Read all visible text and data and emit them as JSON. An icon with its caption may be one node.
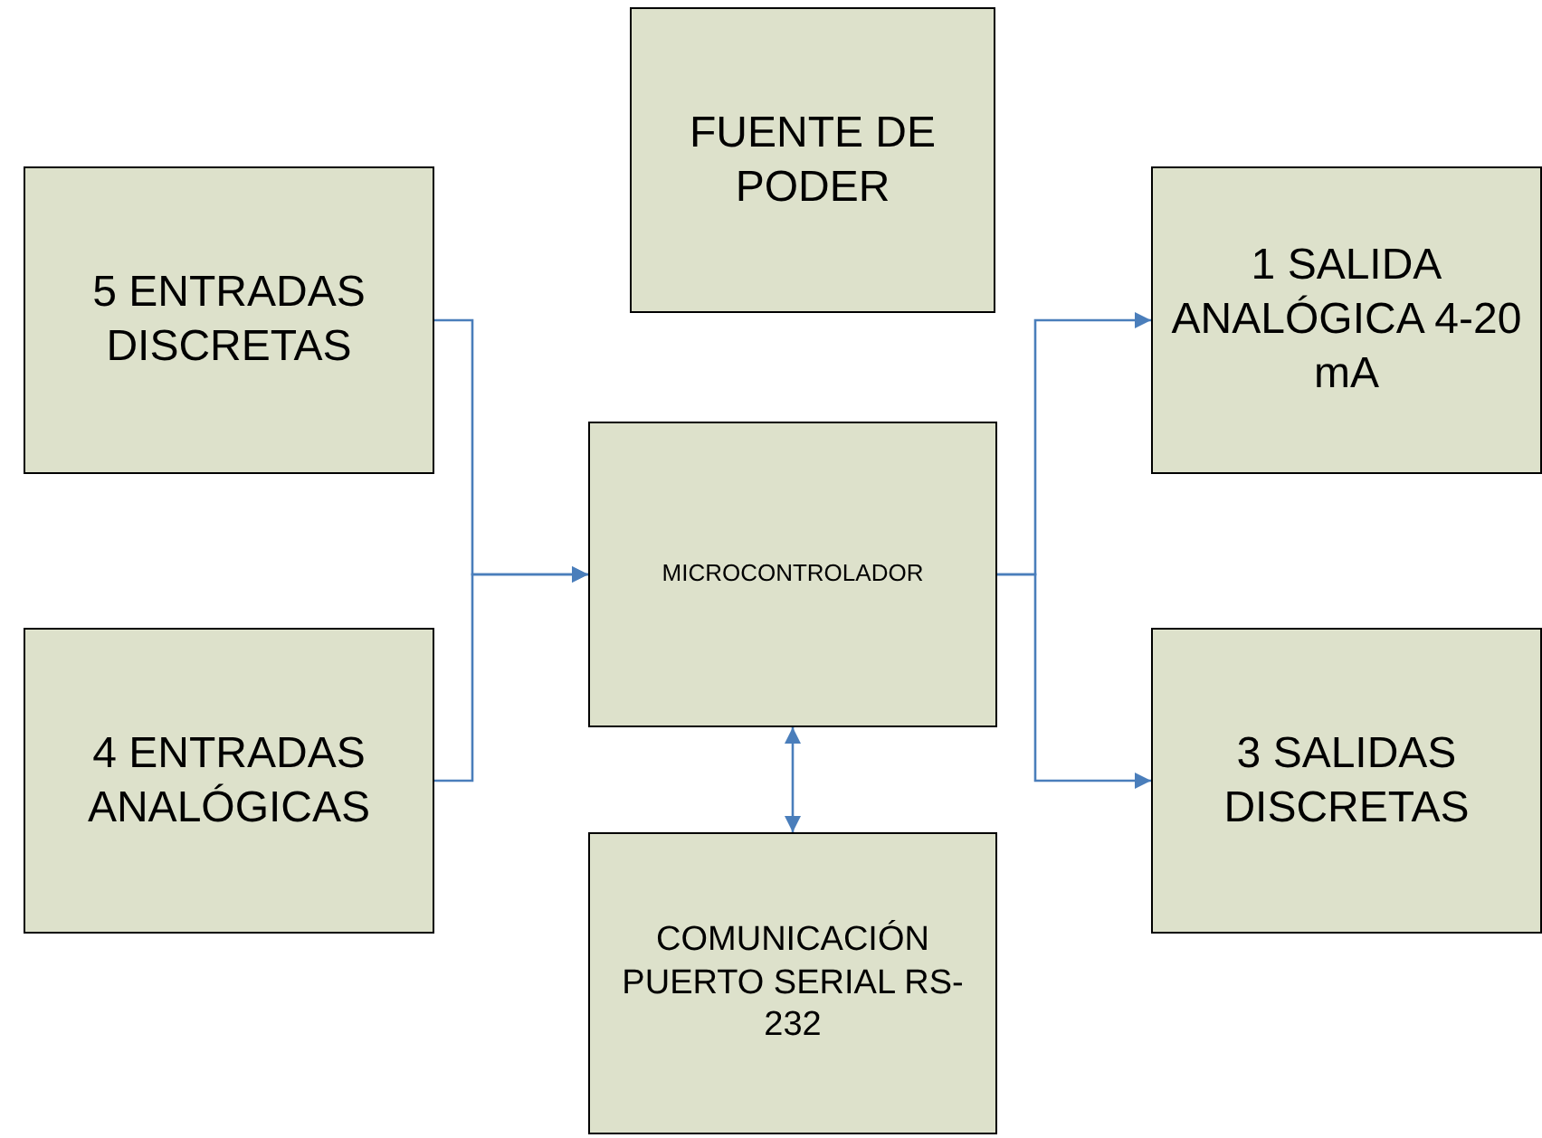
{
  "diagram": {
    "nodes": [
      {
        "text": [
          "FUENTE DE PODER"
        ]
      },
      {
        "text": [
          "5 ENTRADAS DISCRETAS"
        ]
      },
      {
        "text": [
          "MICROCONTROLADOR"
        ]
      },
      {
        "text": [
          "1 SALIDA ANALÓGICA 4-20 mA"
        ]
      },
      {
        "text": [
          "4 ENTRADAS ANALÓGICAS"
        ]
      },
      {
        "text": [
          "3 SALIDAS DISCRETAS"
        ]
      },
      {
        "text": [
          "COMUNICACIÓN PUERTO SERIAL RS-232"
        ]
      }
    ],
    "edges": [
      {
        "from": 1,
        "to": 2,
        "arrow": "to"
      },
      {
        "from": 4,
        "to": 2,
        "arrow": "to"
      },
      {
        "from": 2,
        "to": 3,
        "arrow": "to"
      },
      {
        "from": 2,
        "to": 5,
        "arrow": "to"
      },
      {
        "from": 2,
        "to": 6,
        "arrow": "both"
      }
    ]
  }
}
